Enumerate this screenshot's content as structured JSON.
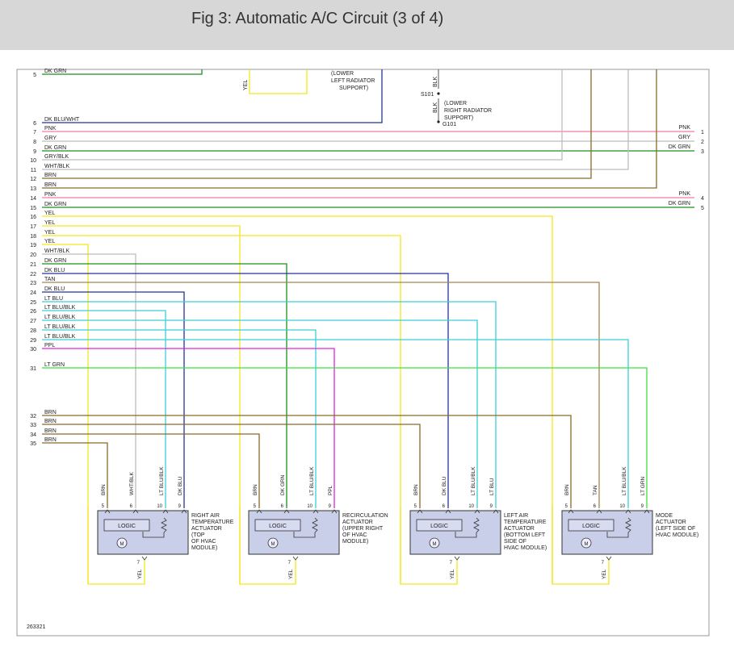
{
  "header": {
    "title": "Fig 3: Automatic A/C Circuit (3 of 4)"
  },
  "figure_id": "263321",
  "top_labels": {
    "lower_left": [
      "(LOWER",
      "LEFT RADIATOR",
      "SUPPORT)"
    ],
    "lower_right": [
      "(LOWER",
      "RIGHT RADIATOR",
      "SUPPORT)"
    ],
    "s101": "S101",
    "g101": "G101",
    "blk": "BLK",
    "yel": "YEL"
  },
  "left_wires": [
    {
      "pin": "5",
      "label": "DK GRN",
      "color": "#1a8f1a"
    },
    {
      "pin": "6",
      "label": "DK BLU/WHT",
      "color": "#23329a"
    },
    {
      "pin": "7",
      "label": "PNK",
      "color": "#f07e9a"
    },
    {
      "pin": "8",
      "label": "GRY",
      "color": "#bcbcbc"
    },
    {
      "pin": "9",
      "label": "DK GRN",
      "color": "#1a8f1a"
    },
    {
      "pin": "10",
      "label": "GRY/BLK",
      "color": "#bcbcbc"
    },
    {
      "pin": "11",
      "label": "WHT/BLK",
      "color": "#bcbcbc"
    },
    {
      "pin": "12",
      "label": "BRN",
      "color": "#8a6a2a"
    },
    {
      "pin": "13",
      "label": "BRN",
      "color": "#8a6a2a"
    },
    {
      "pin": "14",
      "label": "PNK",
      "color": "#f07e9a"
    },
    {
      "pin": "15",
      "label": "DK GRN",
      "color": "#1a8f1a"
    },
    {
      "pin": "16",
      "label": "YEL",
      "color": "#f5e61e"
    },
    {
      "pin": "17",
      "label": "YEL",
      "color": "#f5e61e"
    },
    {
      "pin": "18",
      "label": "YEL",
      "color": "#f5e61e"
    },
    {
      "pin": "19",
      "label": "YEL",
      "color": "#f5e61e"
    },
    {
      "pin": "20",
      "label": "WHT/BLK",
      "color": "#bcbcbc"
    },
    {
      "pin": "21",
      "label": "DK GRN",
      "color": "#1a8f1a"
    },
    {
      "pin": "22",
      "label": "DK BLU",
      "color": "#23329a"
    },
    {
      "pin": "23",
      "label": "TAN",
      "color": "#a08850"
    },
    {
      "pin": "24",
      "label": "DK BLU",
      "color": "#23329a"
    },
    {
      "pin": "25",
      "label": "LT BLU",
      "color": "#3ad0d8"
    },
    {
      "pin": "26",
      "label": "LT BLU/BLK",
      "color": "#3ad0d8"
    },
    {
      "pin": "27",
      "label": "LT BLU/BLK",
      "color": "#3ad0d8"
    },
    {
      "pin": "28",
      "label": "LT BLU/BLK",
      "color": "#3ad0d8"
    },
    {
      "pin": "29",
      "label": "LT BLU/BLK",
      "color": "#3ad0d8"
    },
    {
      "pin": "30",
      "label": "PPL",
      "color": "#e020e0"
    },
    {
      "pin": "31",
      "label": "LT GRN",
      "color": "#3ee03e"
    },
    {
      "pin": "32",
      "label": "BRN",
      "color": "#8a6a2a"
    },
    {
      "pin": "33",
      "label": "BRN",
      "color": "#8a6a2a"
    },
    {
      "pin": "34",
      "label": "BRN",
      "color": "#8a6a2a"
    },
    {
      "pin": "35",
      "label": "BRN",
      "color": "#8a6a2a"
    }
  ],
  "right_wires": [
    {
      "pin": "1",
      "label": "PNK"
    },
    {
      "pin": "2",
      "label": "GRY"
    },
    {
      "pin": "3",
      "label": "DK GRN"
    },
    {
      "pin": "4",
      "label": "PNK"
    },
    {
      "pin": "5",
      "label": "DK GRN"
    }
  ],
  "actuators": [
    {
      "name": [
        "RIGHT AIR",
        "TEMPERATURE",
        "ACTUATOR",
        "(TOP",
        "OF HVAC",
        "MODULE)"
      ],
      "wires": [
        "BRN",
        "WHT/BLK",
        "LT BLU/BLK",
        "DK BLU"
      ],
      "bottom_wire": "YEL"
    },
    {
      "name": [
        "RECIRCULATION",
        "ACTUATOR",
        "(UPPER RIGHT",
        "OF HVAC",
        "MODULE)"
      ],
      "wires": [
        "BRN",
        "DK GRN",
        "LT BLU/BLK",
        "PPL"
      ],
      "bottom_wire": "YEL"
    },
    {
      "name": [
        "LEFT AIR",
        "TEMPERATURE",
        "ACTUATOR",
        "(BOTTOM LEFT",
        "SIDE OF",
        "HVAC MODULE)"
      ],
      "wires": [
        "BRN",
        "DK BLU",
        "LT BLU/BLK",
        "LT BLU"
      ],
      "bottom_wire": "YEL"
    },
    {
      "name": [
        "MODE",
        "ACTUATOR",
        "(LEFT SIDE OF",
        "HVAC MODULE)"
      ],
      "wires": [
        "BRN",
        "TAN",
        "LT BLU/BLK",
        "LT GRN"
      ],
      "bottom_wire": "YEL"
    }
  ],
  "actuator_pins": [
    "5",
    "6",
    "10",
    "9"
  ],
  "bottom_pin": "7",
  "logic_label": "LOGIC",
  "motor_label": "M"
}
